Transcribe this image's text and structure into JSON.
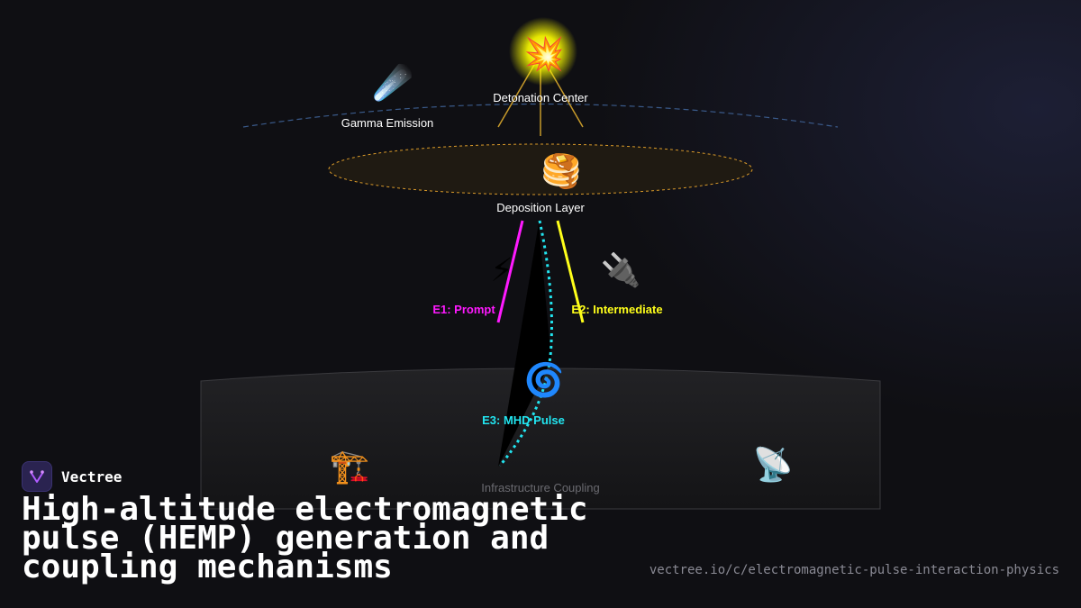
{
  "diagram": {
    "nodes": {
      "detonation": {
        "label": "Detonation Center",
        "icon": "explosion-icon"
      },
      "gamma": {
        "label": "Gamma Emission",
        "icon": "comet-icon"
      },
      "deposition": {
        "label": "Deposition Layer",
        "icon": "pancakes-icon"
      },
      "e1": {
        "label": "E1: Prompt",
        "icon": "lightning-icon",
        "color": "#ff1aff"
      },
      "e2": {
        "label": "E2: Intermediate",
        "icon": "plug-icon",
        "color": "#ffff1a"
      },
      "e3": {
        "label": "E3: MHD Pulse",
        "icon": "cyclone-icon",
        "color": "#22e5f0"
      },
      "infrastructure": {
        "label": "Infrastructure Coupling",
        "icon_left": "crane-icon",
        "icon_right": "satellite-dish-icon"
      }
    },
    "colors": {
      "glow": "#ffff33",
      "deposition_outline": "#d99a2a",
      "atmosphere_line": "#3a5a8a",
      "ground": "#1f1f22"
    }
  },
  "brand": {
    "name": "Vectree"
  },
  "title": "High-altitude electromagnetic pulse (HEMP) generation and coupling mechanisms",
  "url": "vectree.io/c/electromagnetic-pulse-interaction-physics"
}
